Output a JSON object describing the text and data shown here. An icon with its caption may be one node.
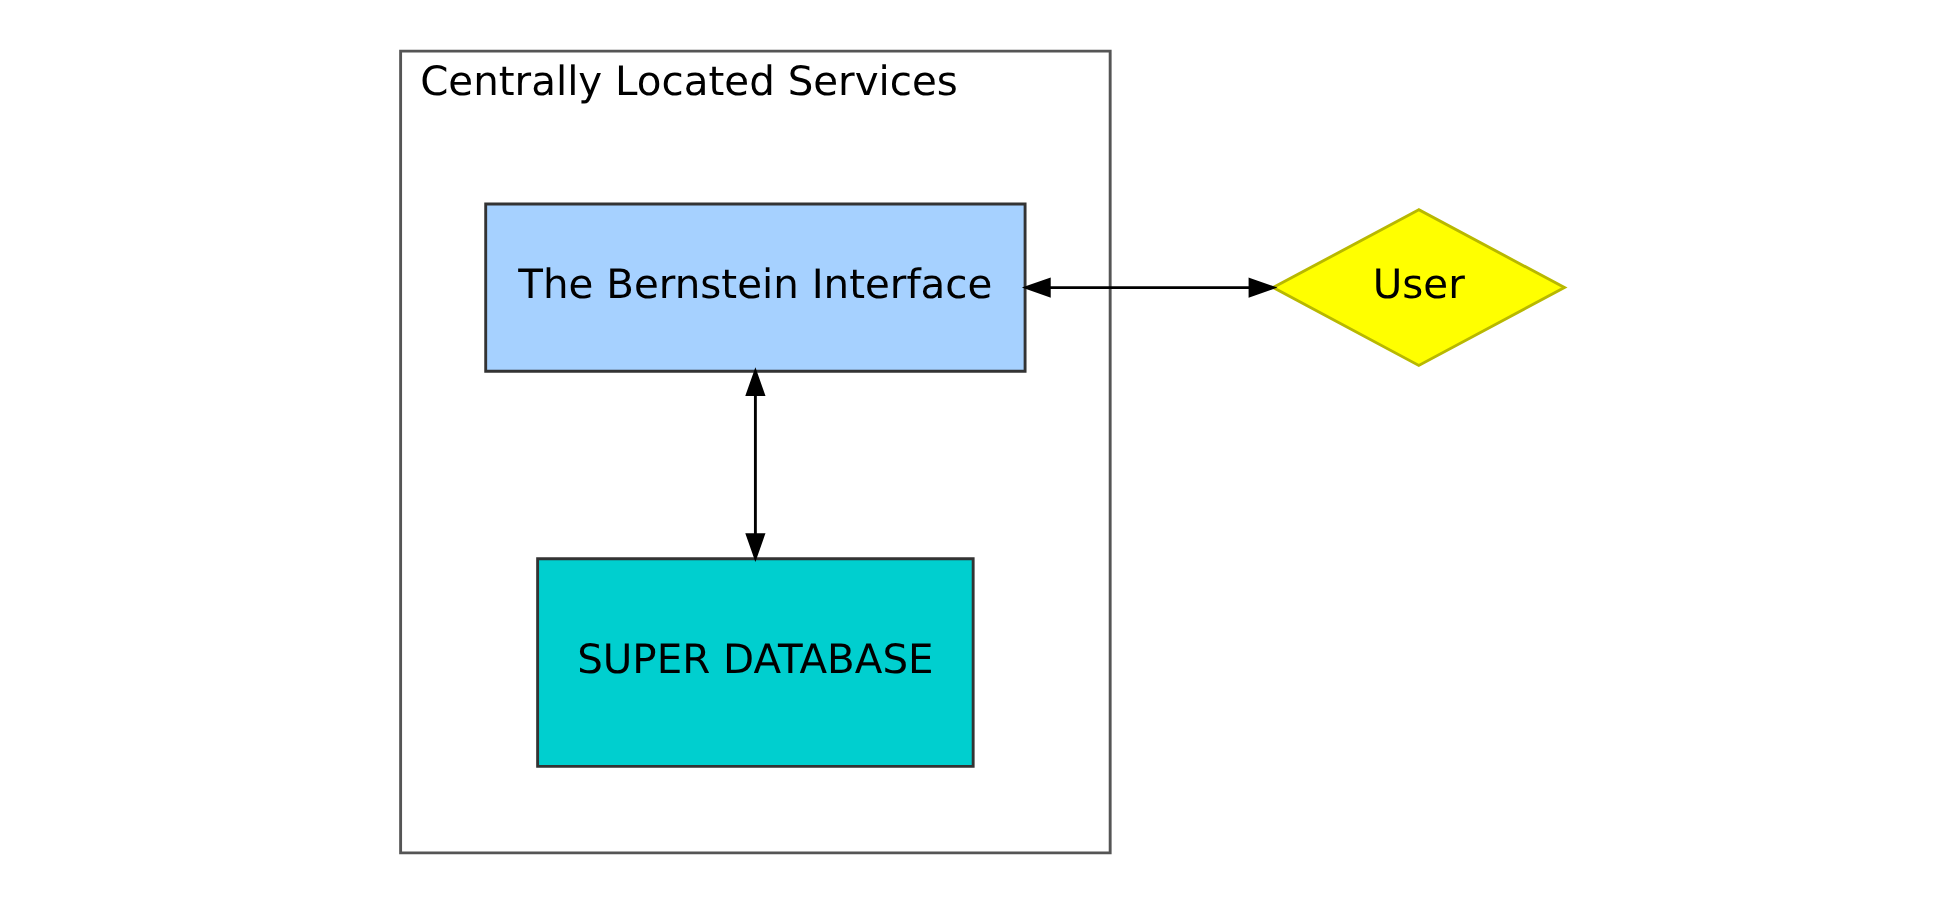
{
  "diagram": {
    "nodes": [
      {
        "text": [
          "Centrally Located Services"
        ]
      },
      {
        "text": [
          "The Bernstein Interface"
        ],
        "in": 0
      },
      {
        "text": [
          "SUPER DATABASE"
        ],
        "in": 0
      },
      {
        "text": [
          "User"
        ]
      }
    ],
    "edges": [
      {
        "from": 1,
        "to": 3,
        "arrow": "both"
      },
      {
        "from": 1,
        "to": 2,
        "arrow": "both"
      }
    ]
  }
}
